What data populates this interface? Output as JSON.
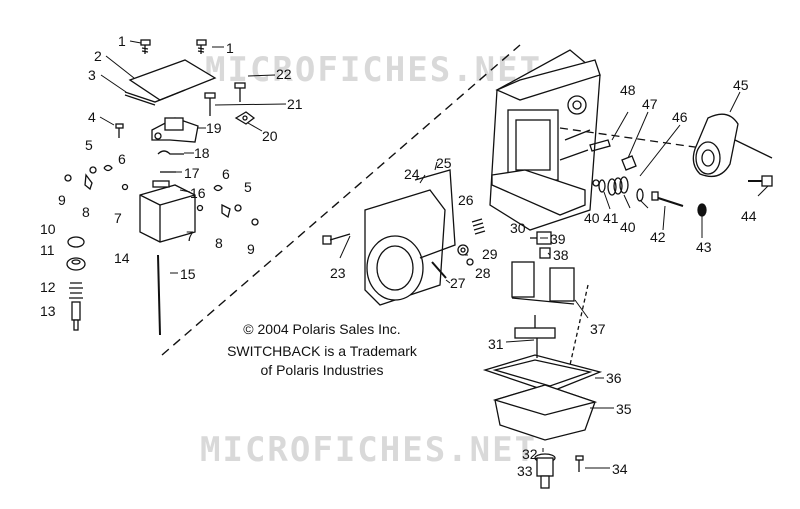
{
  "watermark": "MICROFICHES.NET",
  "notes": {
    "copyright": "© 2004 Polaris Sales Inc.",
    "trademark_line1": "SWITCHBACK is a Trademark",
    "trademark_line2": "of Polaris Industries"
  },
  "callouts": {
    "n1a": "1",
    "n1b": "1",
    "n2": "2",
    "n3": "3",
    "n4": "4",
    "n5a": "5",
    "n5b": "5",
    "n6a": "6",
    "n6b": "6",
    "n7a": "7",
    "n7b": "7",
    "n8a": "8",
    "n8b": "8",
    "n9a": "9",
    "n9b": "9",
    "n10": "10",
    "n11": "11",
    "n12": "12",
    "n13": "13",
    "n14": "14",
    "n15": "15",
    "n16": "16",
    "n17": "17",
    "n18": "18",
    "n19": "19",
    "n20": "20",
    "n21": "21",
    "n22": "22",
    "n23": "23",
    "n24": "24",
    "n25": "25",
    "n26": "26",
    "n27": "27",
    "n28": "28",
    "n29": "29",
    "n30": "30",
    "n31": "31",
    "n32": "32",
    "n33": "33",
    "n34": "34",
    "n35": "35",
    "n36": "36",
    "n37": "37",
    "n38": "38",
    "n39": "39",
    "n40a": "40",
    "n40b": "40",
    "n41": "41",
    "n42": "42",
    "n43": "43",
    "n44": "44",
    "n45": "45",
    "n46": "46",
    "n47": "47",
    "n48": "48"
  }
}
